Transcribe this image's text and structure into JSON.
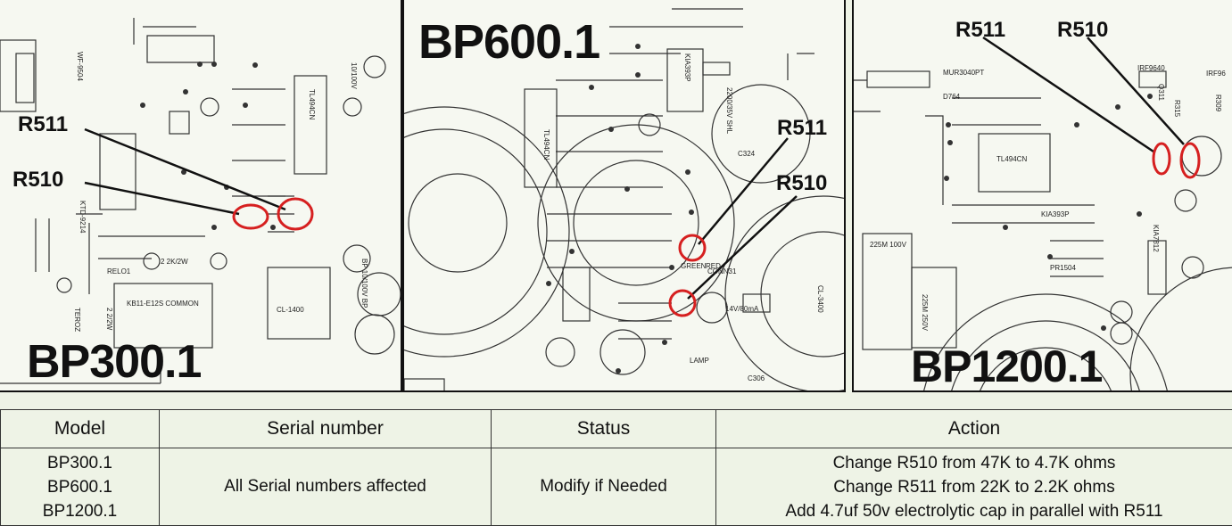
{
  "panels": {
    "bp300": {
      "model": "BP300.1",
      "r511": "R511",
      "r510": "R510",
      "board_labels": [
        "TL494CN",
        "WF-9504",
        "KB11-E12S COMMON",
        "CL-1400",
        "RELO1",
        "KTD-9214",
        "TEROZ",
        "2 2K/2W",
        "2 2/2W",
        "10/100V",
        "BP 10/100V BP"
      ]
    },
    "bp600": {
      "model": "BP600.1",
      "r511": "R511",
      "r510": "R510",
      "board_labels": [
        "TL494CN",
        "KIA393P",
        "2200/35V SHL",
        "C324",
        "CL-3400",
        "14V/80mA",
        "LAMP",
        "C306",
        "GREEN",
        "RED",
        "CONN31"
      ]
    },
    "bp1200": {
      "model": "BP1200.1",
      "r511": "R511",
      "r510": "R510",
      "board_labels": [
        "MUR3040PT",
        "TL494CN",
        "KIA393P",
        "225M 100V",
        "225M 250V",
        "D764",
        "PR1504",
        "KIA7812",
        "IRF9640",
        "IRF96",
        "R315",
        "R309",
        "Q311"
      ]
    }
  },
  "table": {
    "headers": [
      "Model",
      "Serial number",
      "Status",
      "Action"
    ],
    "rows": [
      {
        "models": [
          "BP300.1",
          "BP600.1",
          "BP1200.1"
        ],
        "serial": "All Serial numbers affected",
        "status": "Modify if Needed",
        "actions": [
          "Change R510 from 47K to 4.7K ohms",
          "Change R511 from 22K to 2.2K ohms",
          "Add 4.7uf 50v electrolytic cap in parallel with R511"
        ]
      }
    ]
  },
  "colors": {
    "background": "#eef3e6",
    "highlight_circle": "#d62020",
    "ink": "#111111"
  }
}
